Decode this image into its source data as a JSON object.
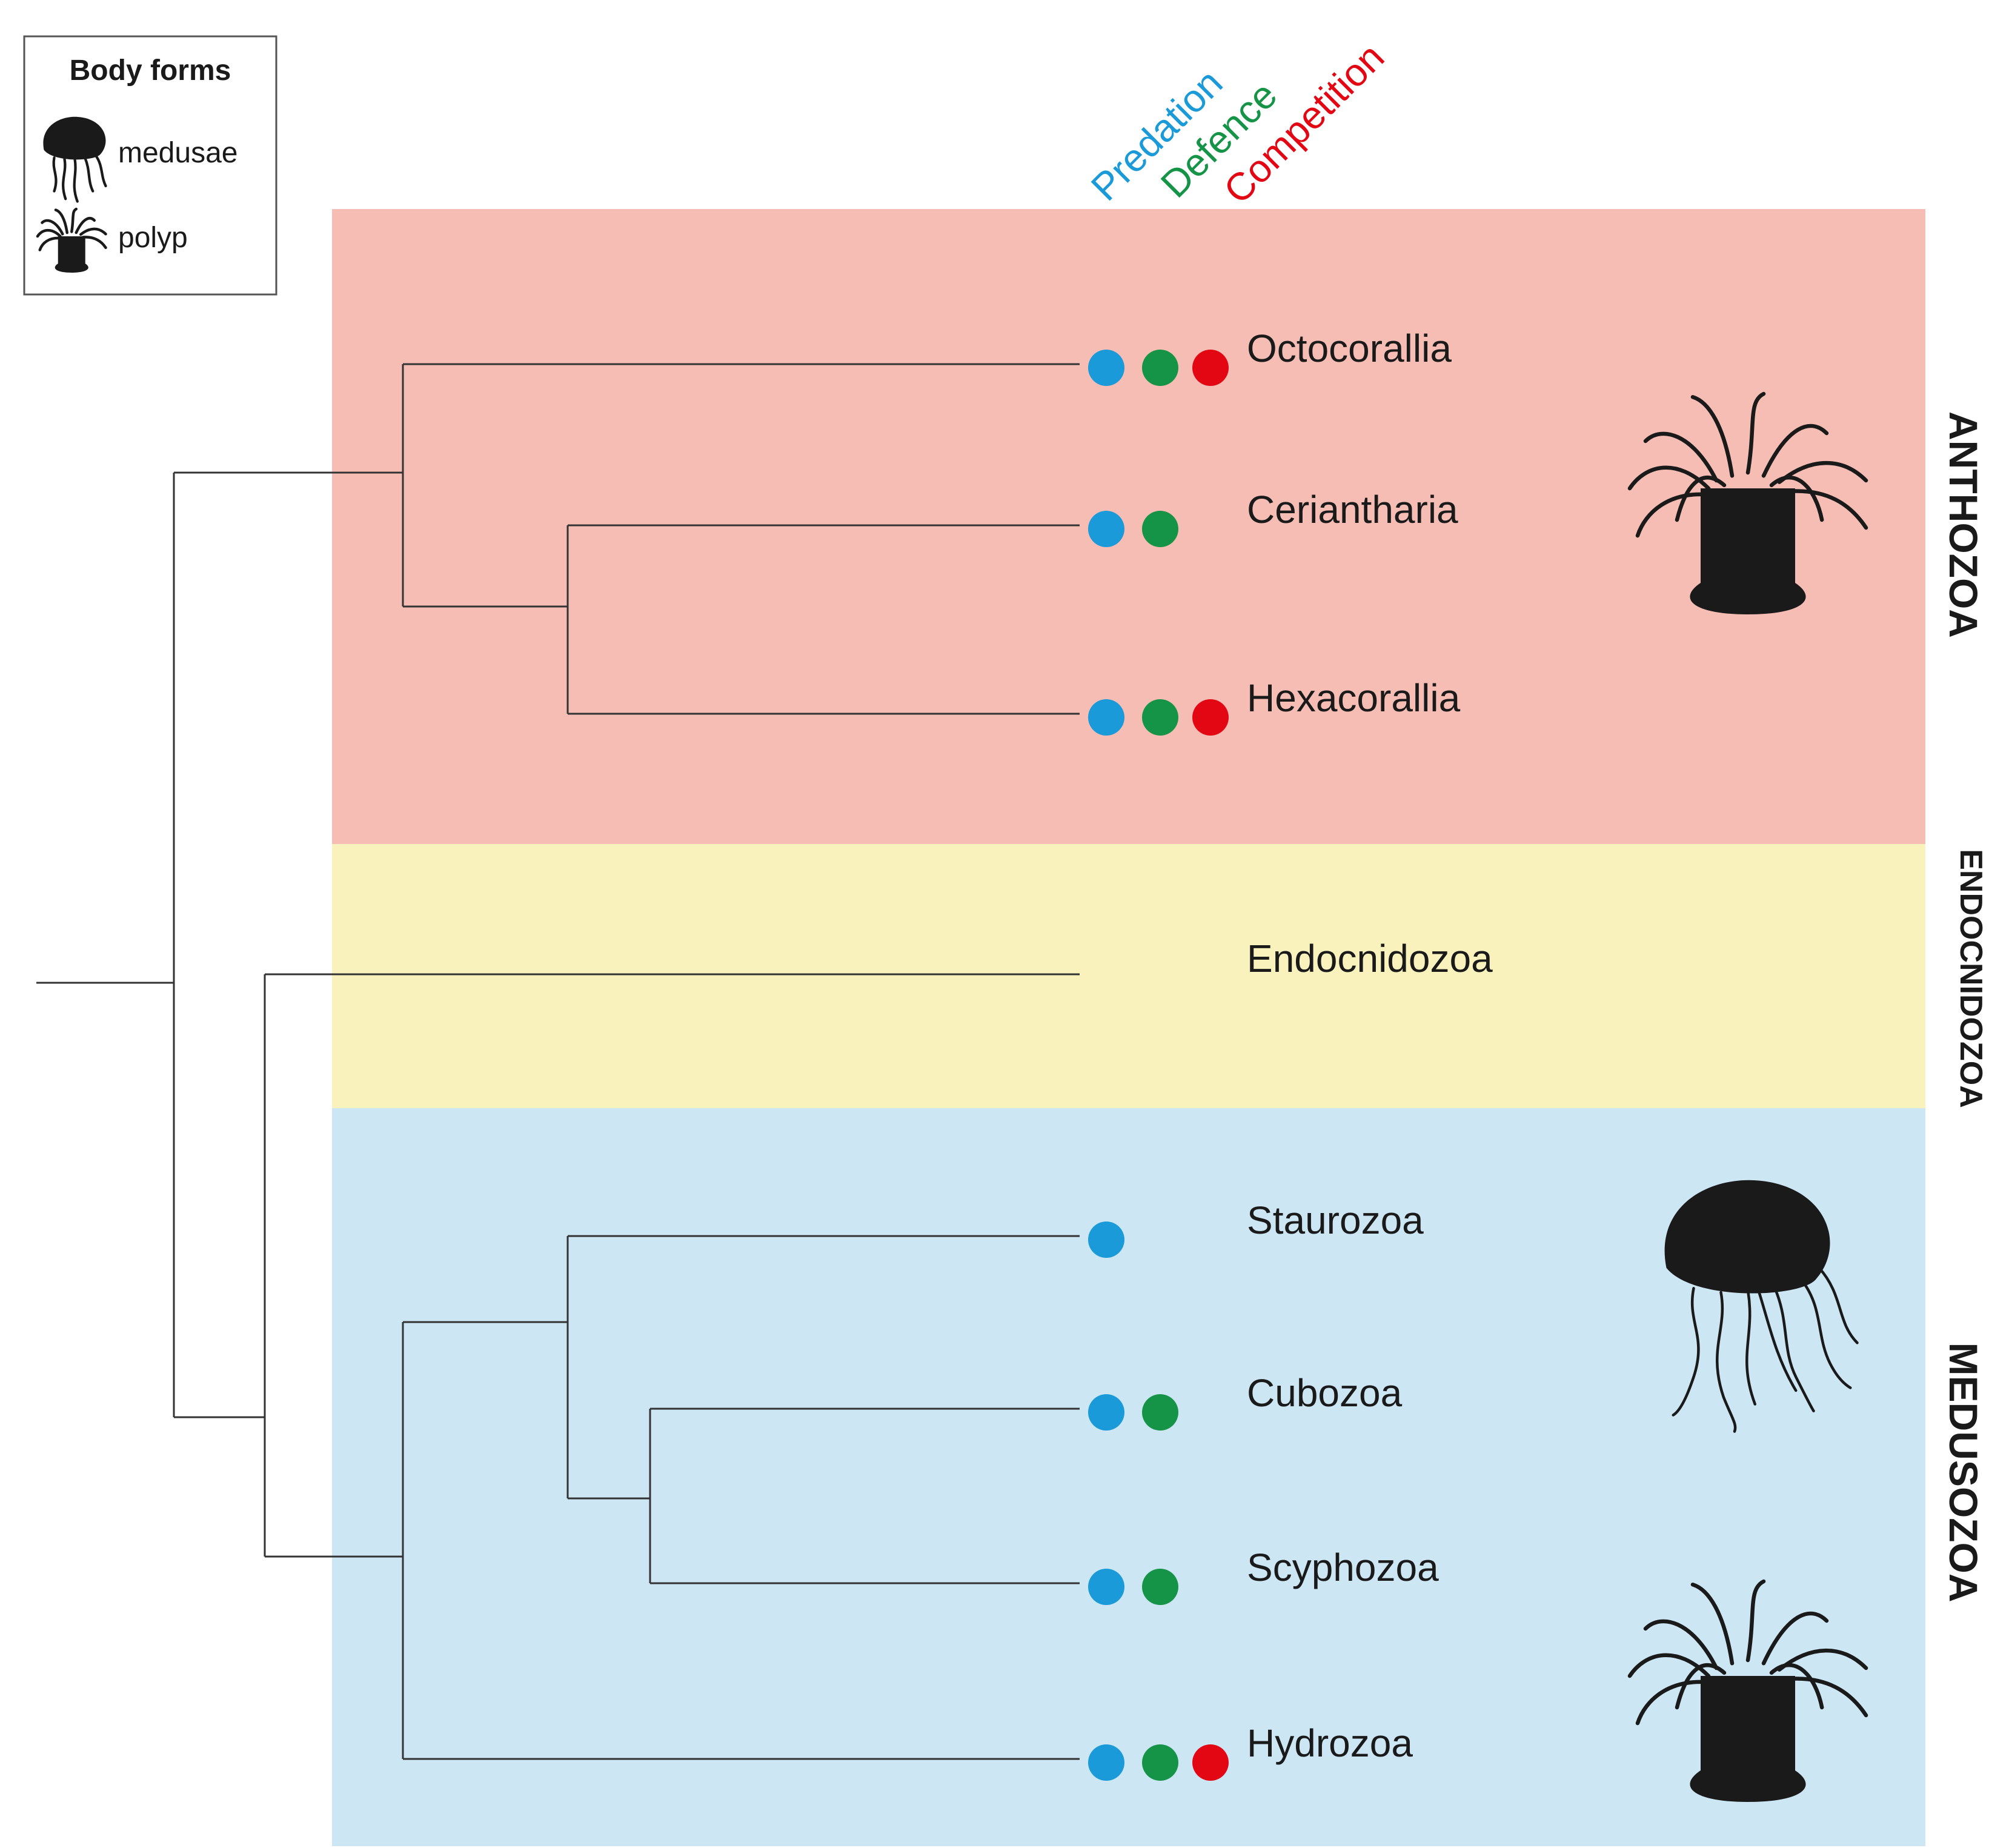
{
  "legend": {
    "title": "Body forms",
    "items": [
      {
        "label": "medusae",
        "icon": "medusa-icon"
      },
      {
        "label": "polyp",
        "icon": "polyp-icon"
      }
    ]
  },
  "functions": [
    {
      "label": "Predation",
      "color": "#1a9ad9"
    },
    {
      "label": "Defence",
      "color": "#159447"
    },
    {
      "label": "Competition",
      "color": "#e30613"
    }
  ],
  "groups": [
    {
      "label": "ANTHOZOA",
      "color": "#f5bdb3"
    },
    {
      "label": "ENDOCNIDOZOA",
      "color": "#f9f2bd"
    },
    {
      "label": "MEDUSOZOA",
      "color": "#cce6f4"
    }
  ],
  "taxa": [
    {
      "name": "Octocorallia",
      "functions": [
        "Predation",
        "Defence",
        "Competition"
      ]
    },
    {
      "name": "Ceriantharia",
      "functions": [
        "Predation",
        "Defence"
      ]
    },
    {
      "name": "Hexacorallia",
      "functions": [
        "Predation",
        "Defence",
        "Competition"
      ]
    },
    {
      "name": "Endocnidozoa",
      "functions": []
    },
    {
      "name": "Staurozoa",
      "functions": [
        "Predation"
      ]
    },
    {
      "name": "Cubozoa",
      "functions": [
        "Predation",
        "Defence"
      ]
    },
    {
      "name": "Scyphozoa",
      "functions": [
        "Predation",
        "Defence"
      ]
    },
    {
      "name": "Hydrozoa",
      "functions": [
        "Predation",
        "Defence",
        "Competition"
      ]
    }
  ],
  "colors": {
    "tree_line": "#333333",
    "silhouette": "#1a1a1a",
    "legend_border": "#555555"
  }
}
